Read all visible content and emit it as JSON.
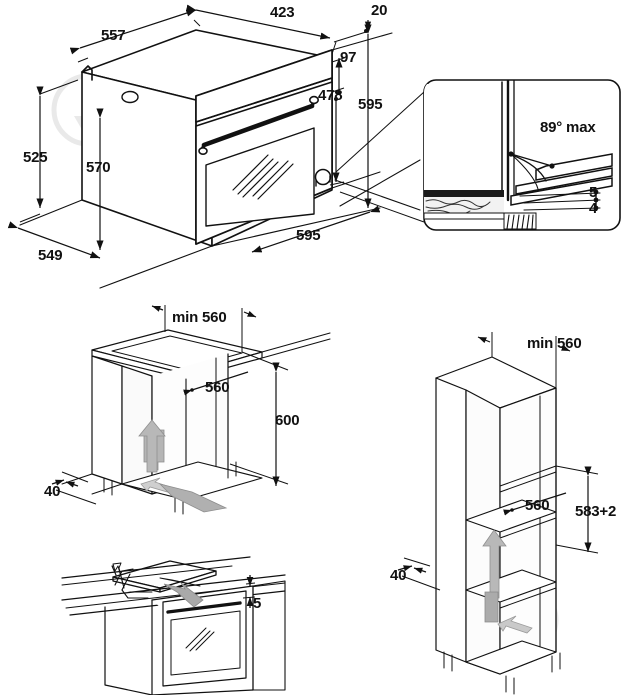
{
  "document": {
    "kind": "appliance-installation-dimension-drawing",
    "background_color": "#ffffff",
    "line_color": "#111111",
    "fill_gray": "#c9c9c9",
    "watermark_color": "#e8e8e8"
  },
  "figures": [
    {
      "id": "oven-isometric",
      "name": "built-in-oven-overall-dimensions",
      "labels": [
        {
          "key": "depth_top_rear",
          "text": "557"
        },
        {
          "key": "depth_top_front",
          "text": "423"
        },
        {
          "key": "door_thickness",
          "text": "20"
        },
        {
          "key": "control_panel_height",
          "text": "97"
        },
        {
          "key": "door_height",
          "text": "478"
        },
        {
          "key": "overall_height",
          "text": "595"
        },
        {
          "key": "body_height_left",
          "text": "525"
        },
        {
          "key": "body_height_mid",
          "text": "570"
        },
        {
          "key": "body_depth_bottom",
          "text": "549"
        },
        {
          "key": "overall_width",
          "text": "595"
        }
      ]
    },
    {
      "id": "door-opening-detail",
      "name": "door-hinge-angle-detail-inset",
      "labels": [
        {
          "key": "max_open_angle",
          "text": "89° max"
        },
        {
          "key": "gap_upper",
          "text": "5"
        },
        {
          "key": "gap_lower",
          "text": "4"
        }
      ]
    },
    {
      "id": "under-counter-cabinet",
      "name": "under-worktop-cabinet-cutout",
      "labels": [
        {
          "key": "cutout_width_min",
          "text": "min 560"
        },
        {
          "key": "cutout_width",
          "text": "560"
        },
        {
          "key": "cutout_height",
          "text": "600"
        },
        {
          "key": "rear_vent_gap",
          "text": "40"
        }
      ]
    },
    {
      "id": "worktop-clearance",
      "name": "worktop-to-oven-clearance",
      "labels": [
        {
          "key": "top_clearance",
          "text": "5"
        }
      ]
    },
    {
      "id": "tall-column-cabinet",
      "name": "tall-column-cabinet-cutout",
      "labels": [
        {
          "key": "cutout_width_min",
          "text": "min 560"
        },
        {
          "key": "cutout_width",
          "text": "560"
        },
        {
          "key": "cutout_height",
          "text": "583+2"
        },
        {
          "key": "rear_vent_gap",
          "text": "40"
        }
      ]
    }
  ],
  "labels": {
    "f1_557": "557",
    "f1_423": "423",
    "f1_20": "20",
    "f1_97": "97",
    "f1_478": "478",
    "f1_595_h": "595",
    "f1_525": "525",
    "f1_570": "570",
    "f1_549": "549",
    "f1_595_w": "595",
    "f2_angle": "89° max",
    "f2_5": "5",
    "f2_4": "4",
    "f3_min560": "min 560",
    "f3_560": "560",
    "f3_600": "600",
    "f3_40": "40",
    "f4_5": "5",
    "f5_min560": "min 560",
    "f5_560": "560",
    "f5_583": "583+2",
    "f5_40": "40"
  }
}
